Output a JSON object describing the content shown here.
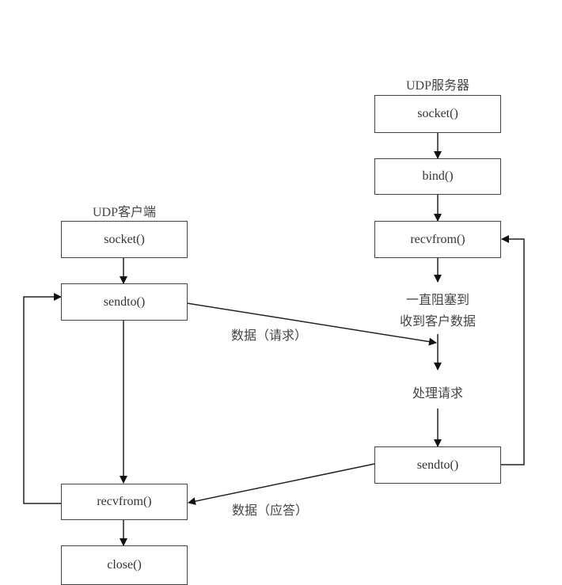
{
  "client": {
    "title": "UDP客户端",
    "steps": [
      "socket()",
      "sendto()",
      "recvfrom()",
      "close()"
    ]
  },
  "server": {
    "title": "UDP服务器",
    "steps": [
      "socket()",
      "bind()",
      "recvfrom()",
      "sendto()"
    ],
    "block_note_line1": "一直阻塞到",
    "block_note_line2": "收到客户数据",
    "process_note": "处理请求"
  },
  "messages": {
    "request": "数据（请求）",
    "reply": "数据（应答）"
  }
}
